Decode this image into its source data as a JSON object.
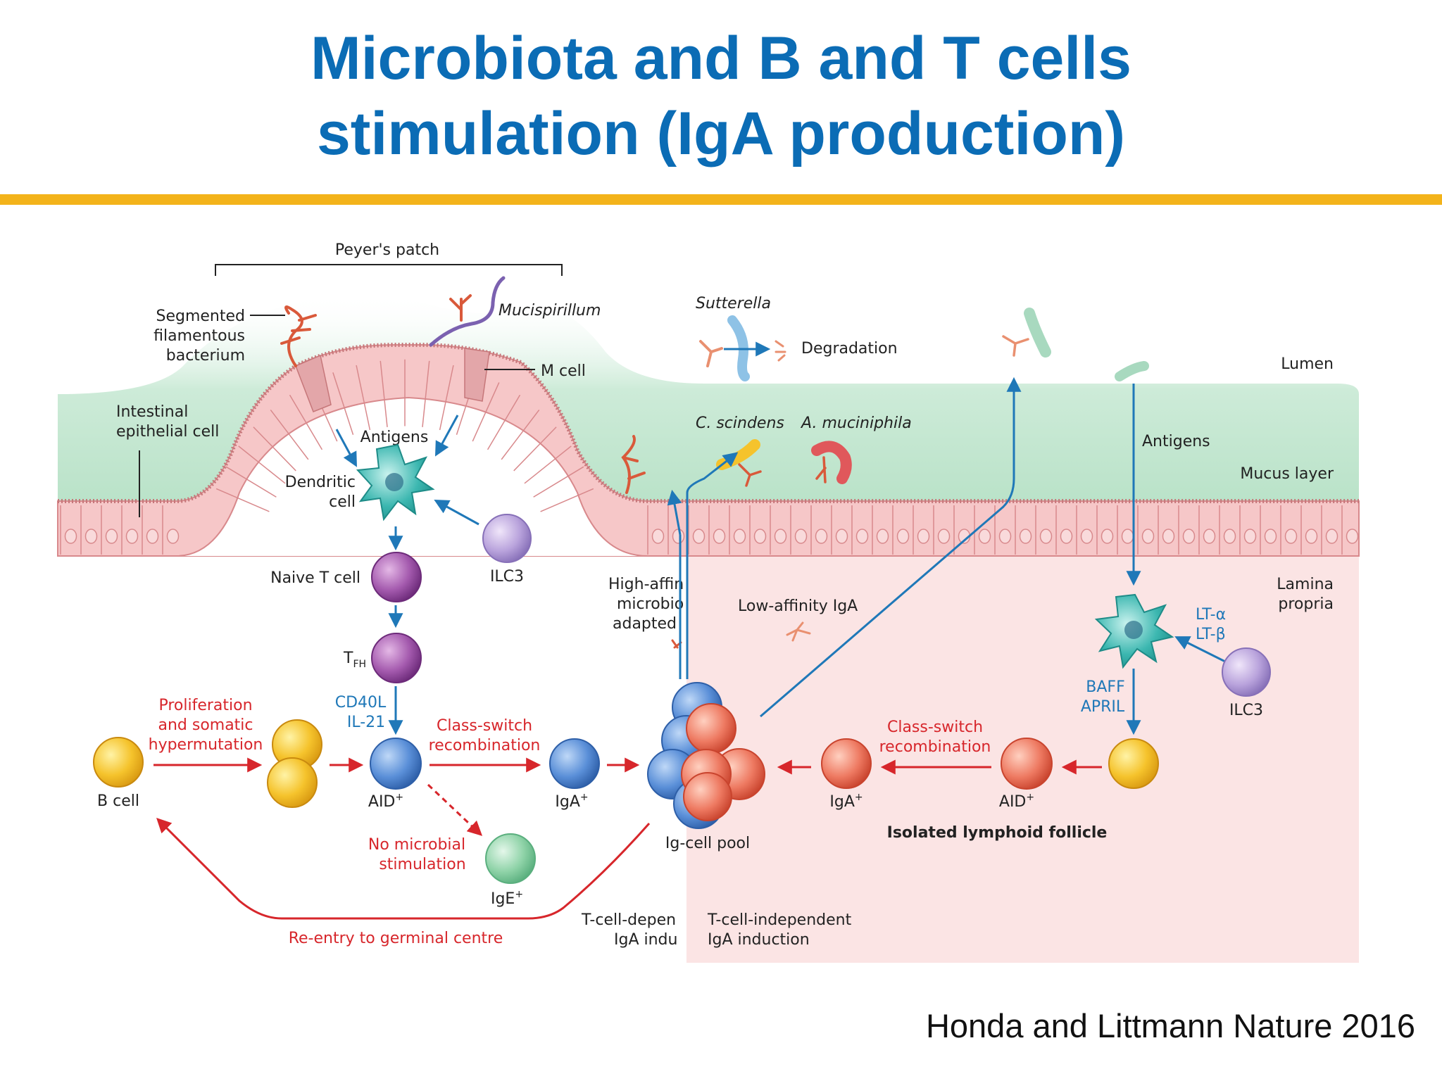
{
  "title": {
    "line1": "Microbiota and B and T cells",
    "line2": "stimulation (IgA production)"
  },
  "citation": "Honda and Littmann Nature 2016",
  "labels": {
    "peyers_patch": "Peyer's patch",
    "sfb_1": "Segmented",
    "sfb_2": "filamentous",
    "sfb_3": "bacterium",
    "mucispirillum": "Mucispirillum",
    "sutterella": "Sutterella",
    "degradation": "Degradation",
    "lumen": "Lumen",
    "m_cell": "M cell",
    "iec_1": "Intestinal",
    "iec_2": "epithelial cell",
    "antigens_left": "Antigens",
    "c_scindens": "C. scindens",
    "a_muciniphila": "A. muciniphila",
    "antigens_right": "Antigens",
    "mucus_layer": "Mucus layer",
    "dc_1": "Dendritic",
    "dc_2": "cell",
    "naive_t": "Naive T cell",
    "ilc3_left": "ILC3",
    "lamina_1": "Lamina",
    "lamina_2": "propria",
    "high_aff_1": "High-affin",
    "high_aff_2": "microbio",
    "high_aff_3": "adapted",
    "low_aff": "Low-affinity IgA",
    "lt_a": "LT-α",
    "lt_b": "LT-β",
    "tfh": "T",
    "tfh_sub": "FH",
    "cd40l": "CD40L",
    "il21": "IL-21",
    "baff": "BAFF",
    "april": "APRIL",
    "ilc3_right": "ILC3",
    "prolif_1": "Proliferation",
    "prolif_2": "and somatic",
    "prolif_3": "hypermutation",
    "csr_left_1": "Class-switch",
    "csr_left_2": "recombination",
    "csr_right_1": "Class-switch",
    "csr_right_2": "recombination",
    "b_cell": "B cell",
    "aid_left": "AID",
    "iga_left": "IgA",
    "iga_right": "IgA",
    "aid_right": "AID",
    "sup_plus": "+",
    "isolated_follicle": "Isolated lymphoid follicle",
    "no_microbial_1": "No microbial",
    "no_microbial_2": "stimulation",
    "ig_pool": "Ig-cell pool",
    "ige": "IgE",
    "t_dep_1": "T-cell-depen",
    "t_dep_2": "IgA indu",
    "t_indep_1": "T-cell-independent",
    "t_indep_2": "IgA induction",
    "reentry": "Re-entry to germinal centre"
  },
  "colors": {
    "title": "#0B6CB5",
    "rule": "#F3B31A",
    "arrow_blue": "#1F78B8",
    "arrow_red": "#D7262B",
    "mucus": "#BFE5CE",
    "lamina": "#FBE4E4",
    "epithelium": "#F6C7C8"
  }
}
